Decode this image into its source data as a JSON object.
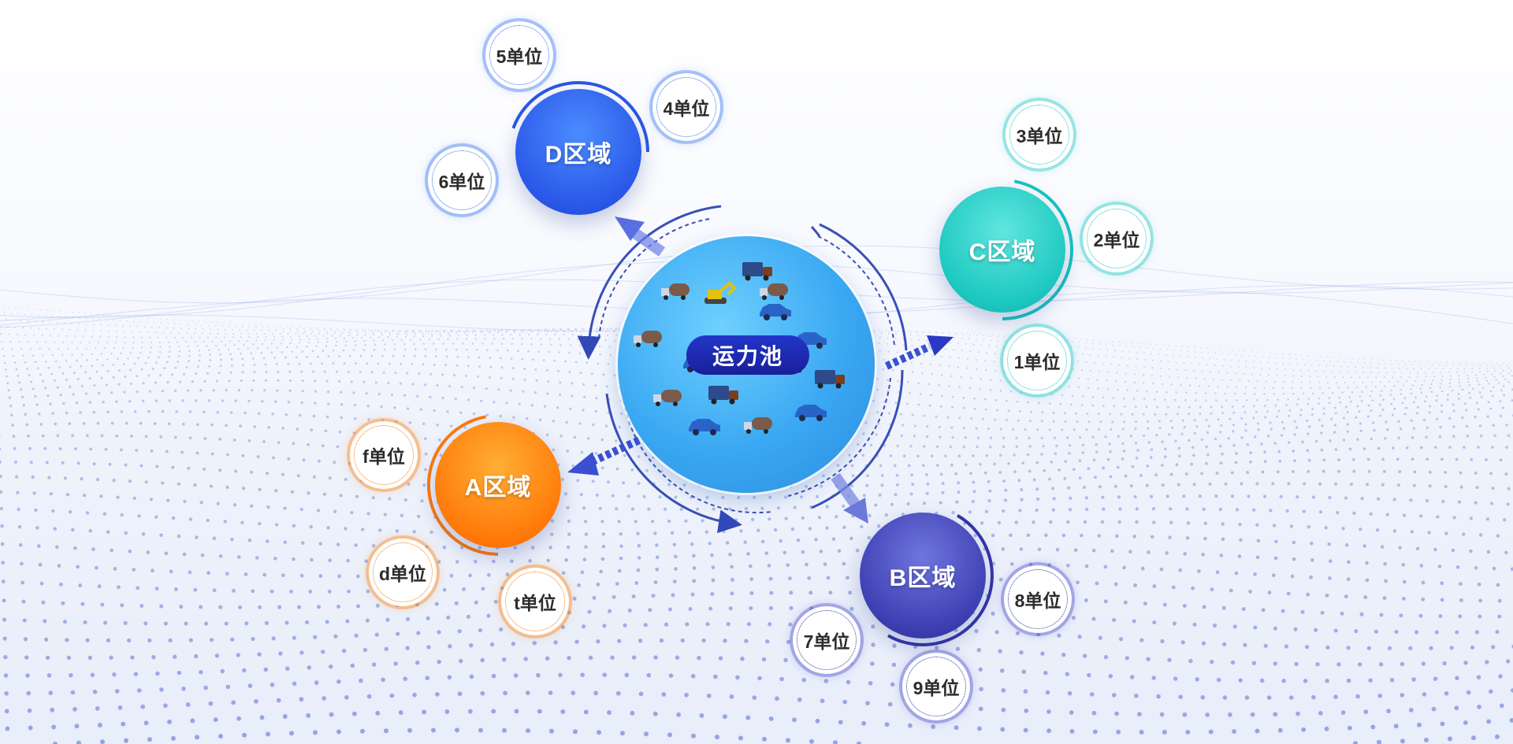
{
  "pool": {
    "label": "运力池",
    "vehicle_icons": [
      "tanker-truck-icon",
      "excavator-icon",
      "box-truck-icon",
      "car-icon"
    ]
  },
  "regions": [
    {
      "id": "D",
      "label": "D区域",
      "color": "#2f6ff2",
      "units": [
        "5单位",
        "4单位",
        "6单位"
      ]
    },
    {
      "id": "C",
      "label": "C区域",
      "color": "#14c6c0",
      "units": [
        "3单位",
        "2单位",
        "1单位"
      ]
    },
    {
      "id": "A",
      "label": "A区域",
      "color": "#ff7a0a",
      "units": [
        "f单位",
        "d单位",
        "t单位"
      ]
    },
    {
      "id": "B",
      "label": "B区域",
      "color": "#3434a8",
      "units": [
        "8单位",
        "7单位",
        "9单位"
      ]
    }
  ]
}
